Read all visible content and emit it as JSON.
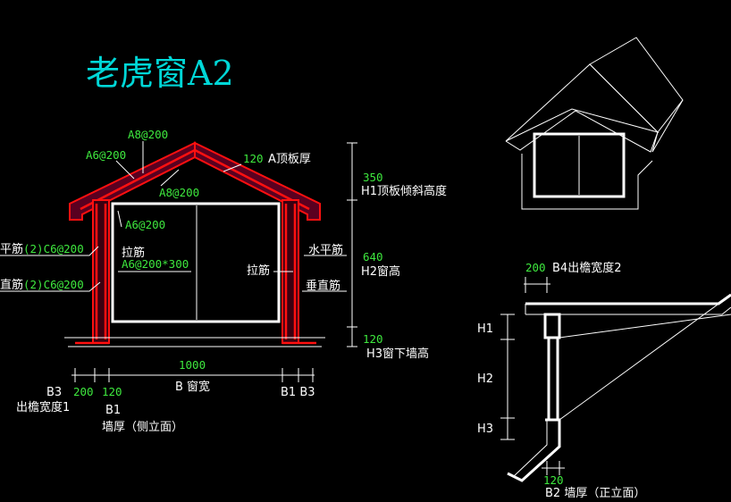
{
  "title": "老虎窗A2",
  "section": {
    "rebar": {
      "a8_top": "A8@200",
      "a6_left": "A6@200",
      "a8_inner": "A8@200",
      "a6_inner": "A6@200",
      "thick_value": "120",
      "thick_label": "A顶板厚",
      "horiz_value": "(2)C6@200",
      "horiz_prefix": "平筋",
      "vert_value": "(2)C6@200",
      "vert_prefix": "直筋",
      "tie_label_left": "拉筋",
      "tie_value": "A6@200*300",
      "tie_label_right": "拉筋",
      "horiz_label_right": "水平筋",
      "vert_label_right": "垂直筋"
    },
    "dims_right": {
      "h1_value": "350",
      "h1_label": "H1顶板倾斜高度",
      "h2_value": "640",
      "h2_label": "H2窗高",
      "h3_value": "120",
      "h3_label": "H3窗下墙高"
    },
    "dims_bottom": {
      "b3_left": "B3",
      "v200": "200",
      "v120": "120",
      "eave_width": "出檐宽度1",
      "b1_left": "B1",
      "wall_side": "墙厚（侧立面）",
      "v1000": "1000",
      "b_label": "B 窗宽",
      "b1_b3_right": "B1 B3"
    }
  },
  "elevation": {
    "top_value": "200",
    "top_label": "B4出檐宽度2",
    "h1": "H1",
    "h2": "H2",
    "h3": "H3",
    "bottom_value": "120",
    "bottom_label": "B2 墙厚（正立面）"
  }
}
